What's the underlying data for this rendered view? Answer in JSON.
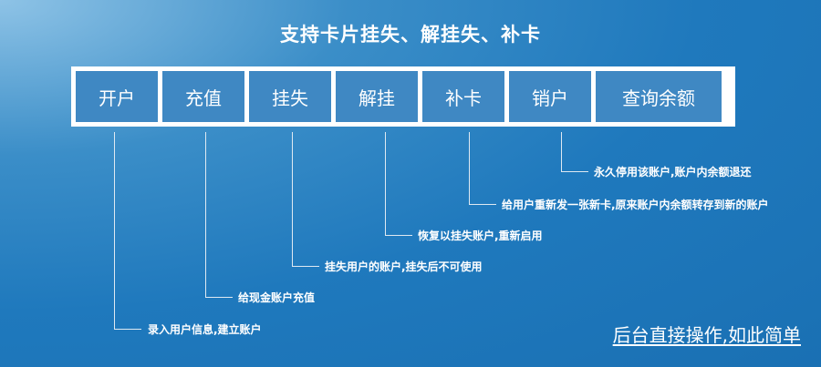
{
  "title": "支持卡片挂失、解挂失、补卡",
  "operations": [
    {
      "label": "开户",
      "description": "录入用户信息,建立账户"
    },
    {
      "label": "充值",
      "description": "给现金账户充值"
    },
    {
      "label": "挂失",
      "description": "挂失用户的账户,挂失后不可使用"
    },
    {
      "label": "解挂",
      "description": "恢复以挂失账户,重新启用"
    },
    {
      "label": "补卡",
      "description": "给用户重新发一张新卡,原来账户内余额转存到新的账户"
    },
    {
      "label": "销户",
      "description": "永久停用该账户,账户内余额退还"
    },
    {
      "label": "查询余额",
      "description": ""
    }
  ],
  "slogan": "后台直接操作,如此简单",
  "colors": {
    "cell_bg": "#3f88c3",
    "bar_border": "#ffffff",
    "connector": "#dfe9f2"
  }
}
